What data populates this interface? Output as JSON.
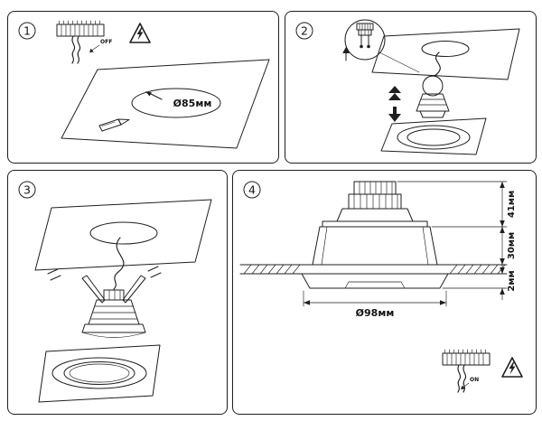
{
  "panels": {
    "p1": {
      "number": "1",
      "switch_label": "OFF",
      "cutout_diameter": "Ø85мм"
    },
    "p2": {
      "number": "2"
    },
    "p3": {
      "number": "3"
    },
    "p4": {
      "number": "4",
      "switch_label": "ON",
      "dims": {
        "top": "41мм",
        "middle": "30мм",
        "bottom": "2мм",
        "width": "Ø98мм"
      }
    }
  }
}
